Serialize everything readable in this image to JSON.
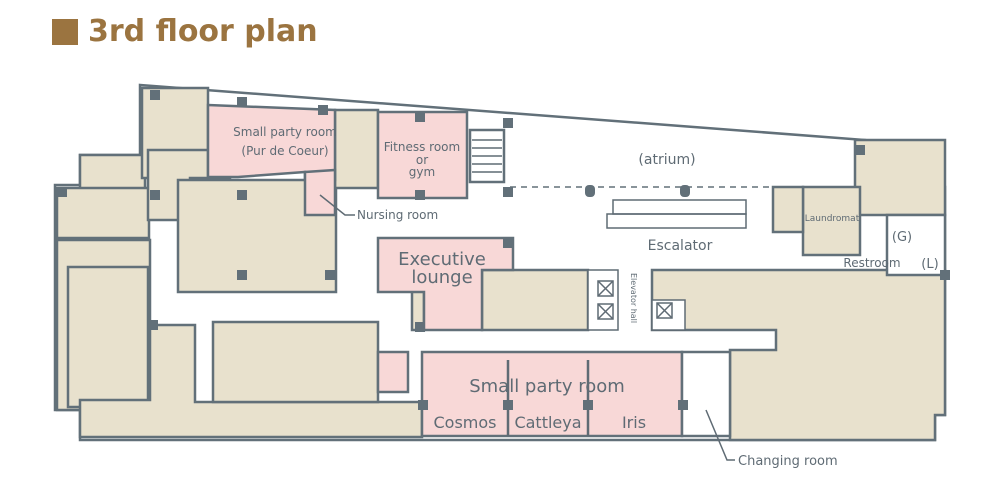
{
  "title": "3rd floor plan",
  "colors": {
    "title": "#9b7440",
    "room_highlight": "#f8d8d7",
    "room_other": "#e8e1cd",
    "wall": "#627079"
  },
  "rooms": {
    "pur_de_coeur_line1": "Small party room",
    "pur_de_coeur_line2": "(Pur de Coeur)",
    "fitness_line1": "Fitness room",
    "fitness_line2": "or",
    "fitness_line3": "gym",
    "nursing": "Nursing room",
    "atrium": "(atrium)",
    "escalator": "Escalator",
    "executive_line1": "Executive",
    "executive_line2": "lounge",
    "elevator_hall": "Elevator hall",
    "laundromat": "Laundromat",
    "restroom": "Restroom",
    "restroom_g": "(G)",
    "restroom_l": "(L)",
    "small_party_room": "Small party room",
    "cosmos": "Cosmos",
    "cattleya": "Cattleya",
    "iris": "Iris",
    "changing": "Changing room"
  }
}
